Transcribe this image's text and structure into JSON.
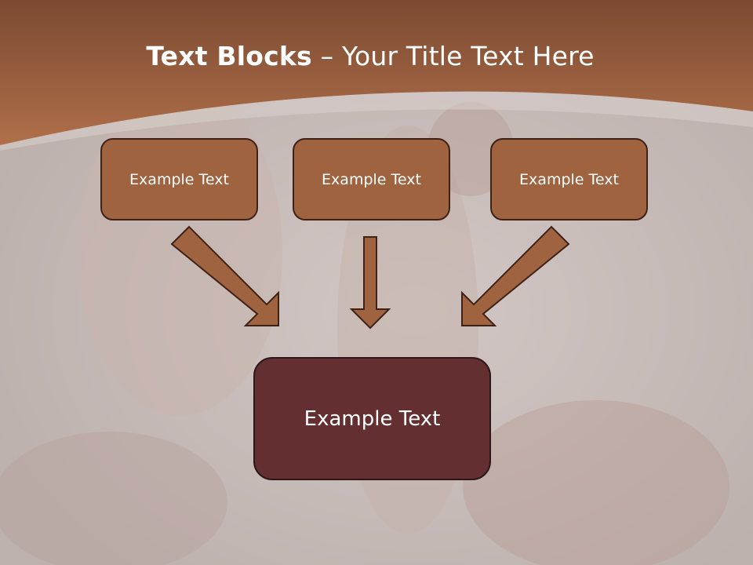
{
  "slide": {
    "title_bold": "Text Blocks",
    "title_dash": " – ",
    "title_rest": "Your Title Text Here"
  },
  "diagram": {
    "top_blocks": [
      {
        "label": "Example Text"
      },
      {
        "label": "Example Text"
      },
      {
        "label": "Example Text"
      }
    ],
    "main_block": {
      "label": "Example Text"
    }
  },
  "colors": {
    "header_brown": "#a0633f",
    "block_fill": "#a0633f",
    "main_block_fill": "#632f30",
    "background": "#c7bfbd"
  }
}
